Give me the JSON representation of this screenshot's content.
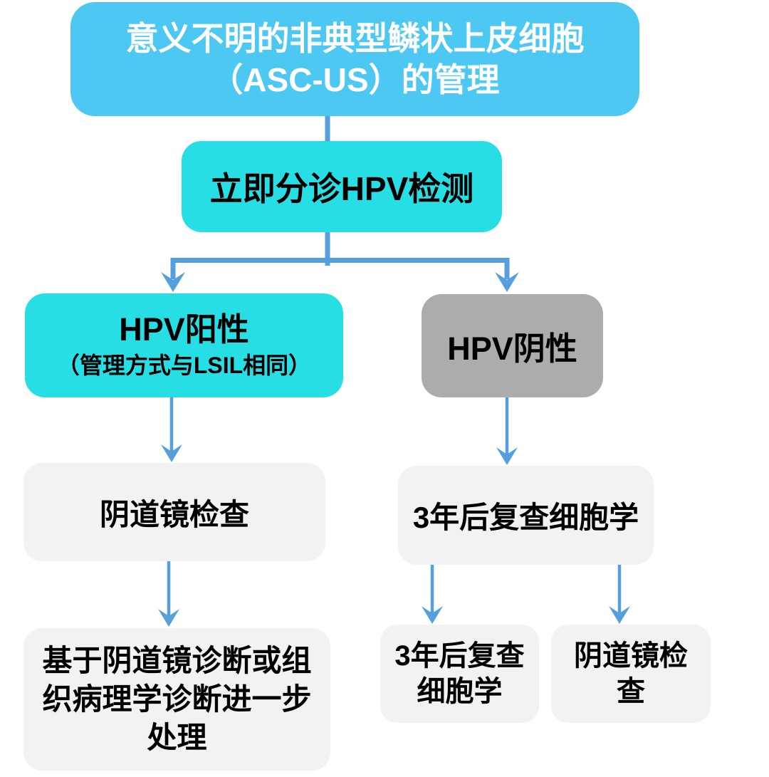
{
  "colors": {
    "bg": "#FFFFFF",
    "title_box": "#4DC8F2",
    "cyan_box": "#26DEE3",
    "gray_box": "#ACACAC",
    "light_box": "#F2F2F2",
    "arrow": "#55A0DC",
    "title_text": "#FFFFFF",
    "node_text": "#000000"
  },
  "flowchart": {
    "title": {
      "lines": [
        "意义不明的非典型鳞状上皮细胞",
        "（ASC-US）的管理"
      ]
    },
    "nodes": {
      "triage": {
        "lines": [
          "立即分诊HPV检测"
        ]
      },
      "hpv_positive": {
        "lines": [
          "HPV阳性",
          "（管理方式与LSIL相同）"
        ]
      },
      "hpv_negative": {
        "lines": [
          "HPV阴性"
        ]
      },
      "colposcopy": {
        "lines": [
          "阴道镜检查"
        ]
      },
      "cytology_3yr": {
        "lines": [
          "3年后复查细胞学"
        ]
      },
      "further_management": {
        "lines": [
          "基于阴道镜诊断或组",
          "织病理学诊断进一步",
          "处理"
        ]
      },
      "cytology_3yr_repeat": {
        "lines": [
          "3年后复查",
          "细胞学"
        ]
      },
      "colposcopy_repeat": {
        "lines": [
          "阴道镜检",
          "查"
        ]
      }
    }
  }
}
